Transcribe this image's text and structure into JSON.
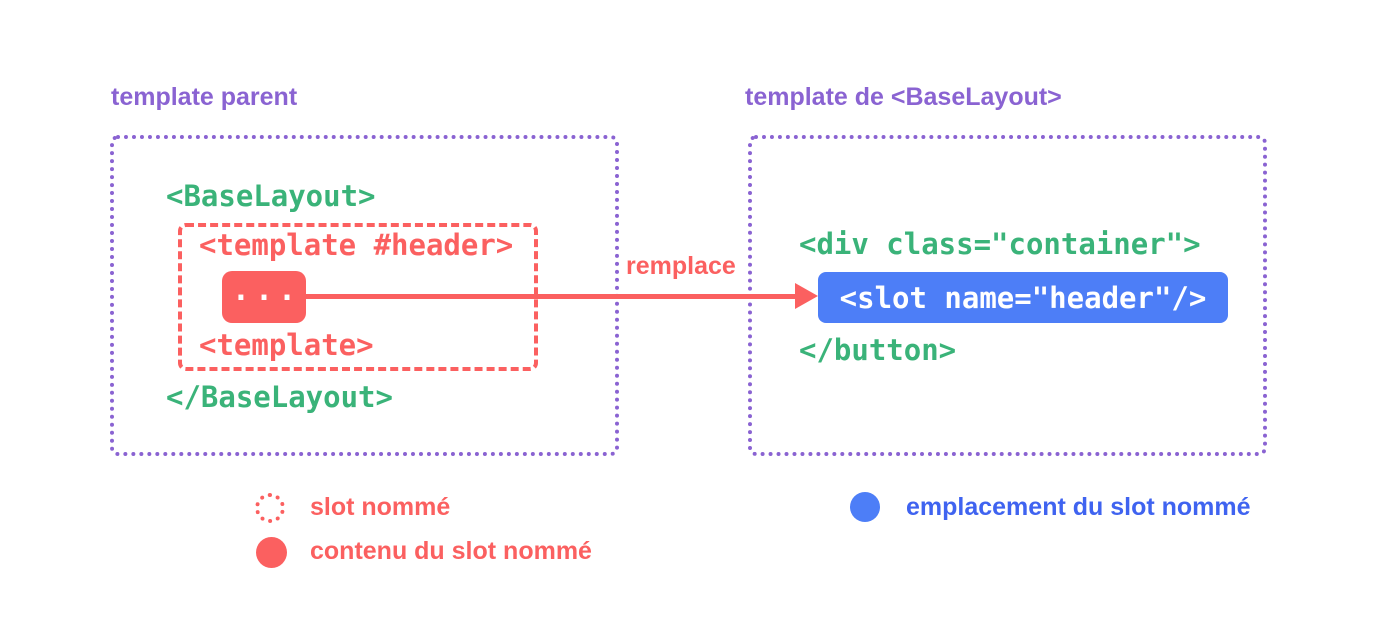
{
  "colors": {
    "background": "#ffffff",
    "purple": "#8a63d2",
    "green": "#3ab379",
    "red": "#fb6060",
    "blue": "#4d7ef7",
    "blue_text": "#3f63f0"
  },
  "left_panel": {
    "title": "template parent",
    "code_open": "<BaseLayout>",
    "named_slot": {
      "template_open": "<template #header>",
      "content_dots": "...",
      "template_close": "<template>"
    },
    "code_close": "</BaseLayout>"
  },
  "arrow": {
    "label": "remplace"
  },
  "right_panel": {
    "title": "template de <BaseLayout>",
    "code_open": "<div class=\"container\">",
    "slot_placeholder": "<slot name=\"header\"/>",
    "code_close": "</button>"
  },
  "legend": {
    "items_left": [
      {
        "icon": "dashed-red-circle",
        "label": "slot nommé"
      },
      {
        "icon": "solid-red-circle",
        "label": "contenu du slot nommé"
      }
    ],
    "items_right": [
      {
        "icon": "solid-blue-circle",
        "label": "emplacement du slot nommé"
      }
    ]
  }
}
